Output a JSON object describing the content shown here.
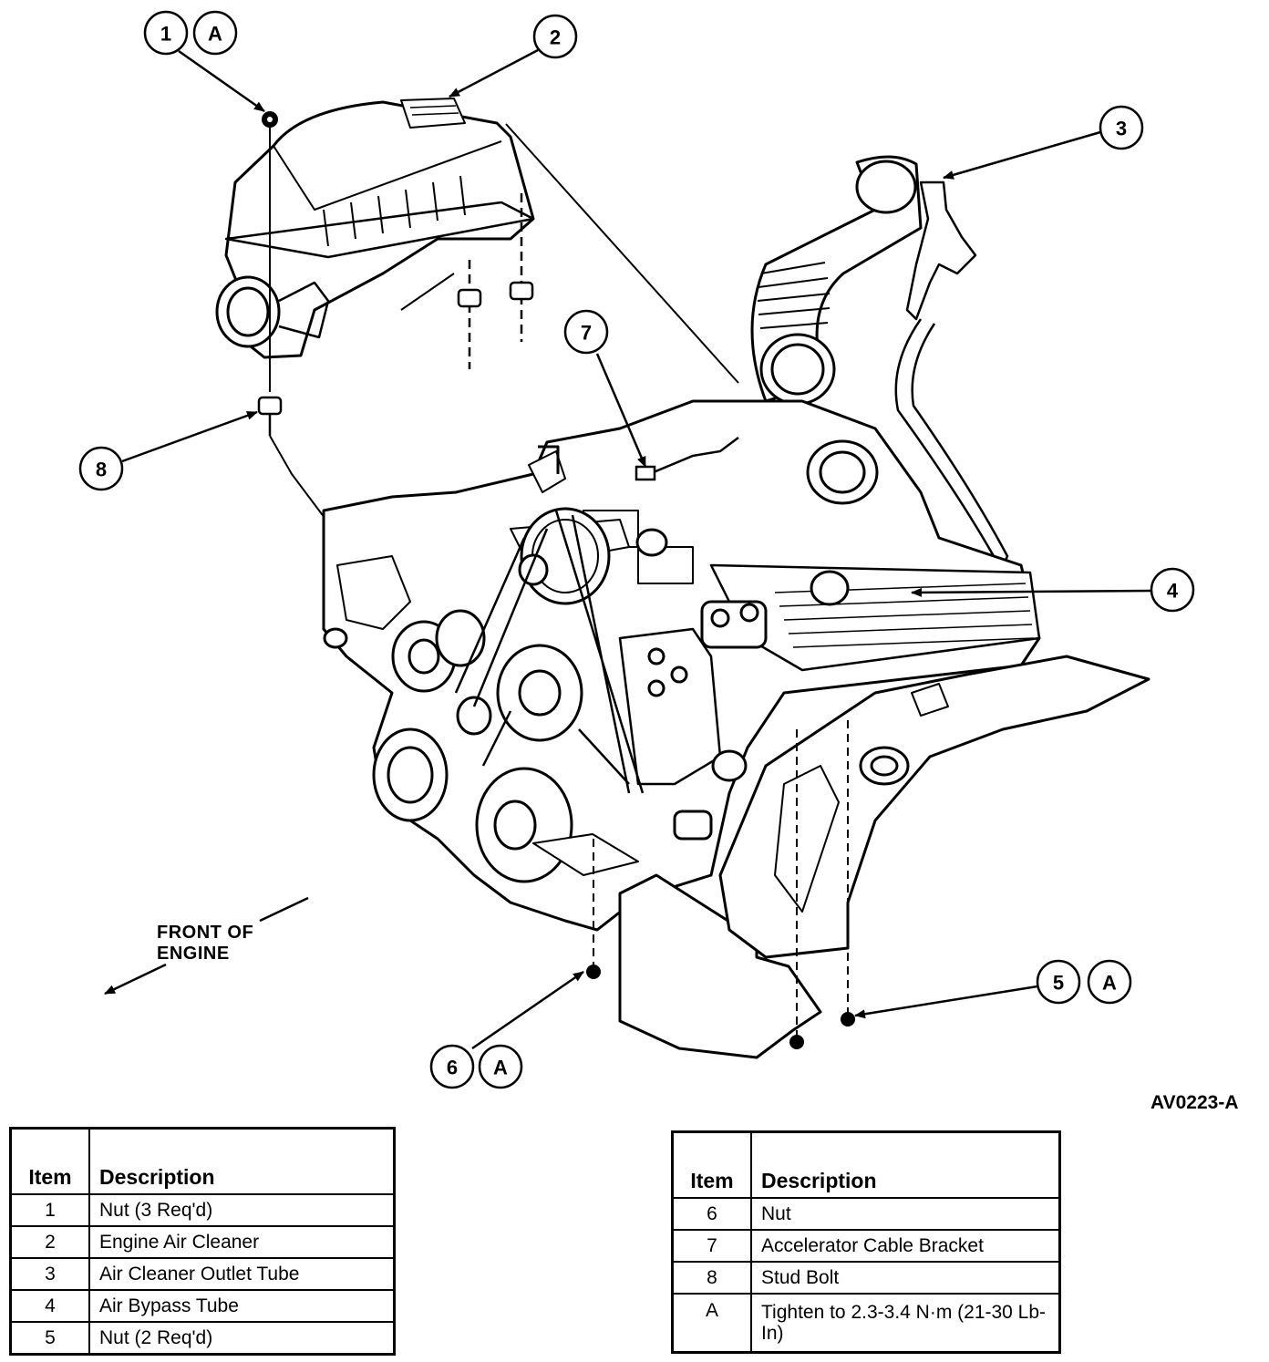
{
  "figure_id": "AV0223-A",
  "front_label": [
    "FRONT OF",
    "ENGINE"
  ],
  "callouts": [
    {
      "number": "1",
      "tag": "A"
    },
    {
      "number": "2"
    },
    {
      "number": "3"
    },
    {
      "number": "4"
    },
    {
      "number": "5",
      "tag": "A"
    },
    {
      "number": "6",
      "tag": "A"
    },
    {
      "number": "7"
    },
    {
      "number": "8"
    }
  ],
  "legend_left": {
    "headers": {
      "item": "Item",
      "description": "Description"
    },
    "rows": [
      {
        "item": "1",
        "description": "Nut (3 Req'd)"
      },
      {
        "item": "2",
        "description": "Engine Air Cleaner"
      },
      {
        "item": "3",
        "description": "Air Cleaner Outlet Tube"
      },
      {
        "item": "4",
        "description": "Air Bypass Tube"
      },
      {
        "item": "5",
        "description": "Nut (2 Req'd)"
      }
    ]
  },
  "legend_right": {
    "headers": {
      "item": "Item",
      "description": "Description"
    },
    "rows": [
      {
        "item": "6",
        "description": "Nut"
      },
      {
        "item": "7",
        "description": "Accelerator Cable Bracket"
      },
      {
        "item": "8",
        "description": "Stud Bolt"
      },
      {
        "item": "A",
        "description": "Tighten to 2.3-3.4 N·m (21-30 Lb-In)"
      }
    ]
  }
}
